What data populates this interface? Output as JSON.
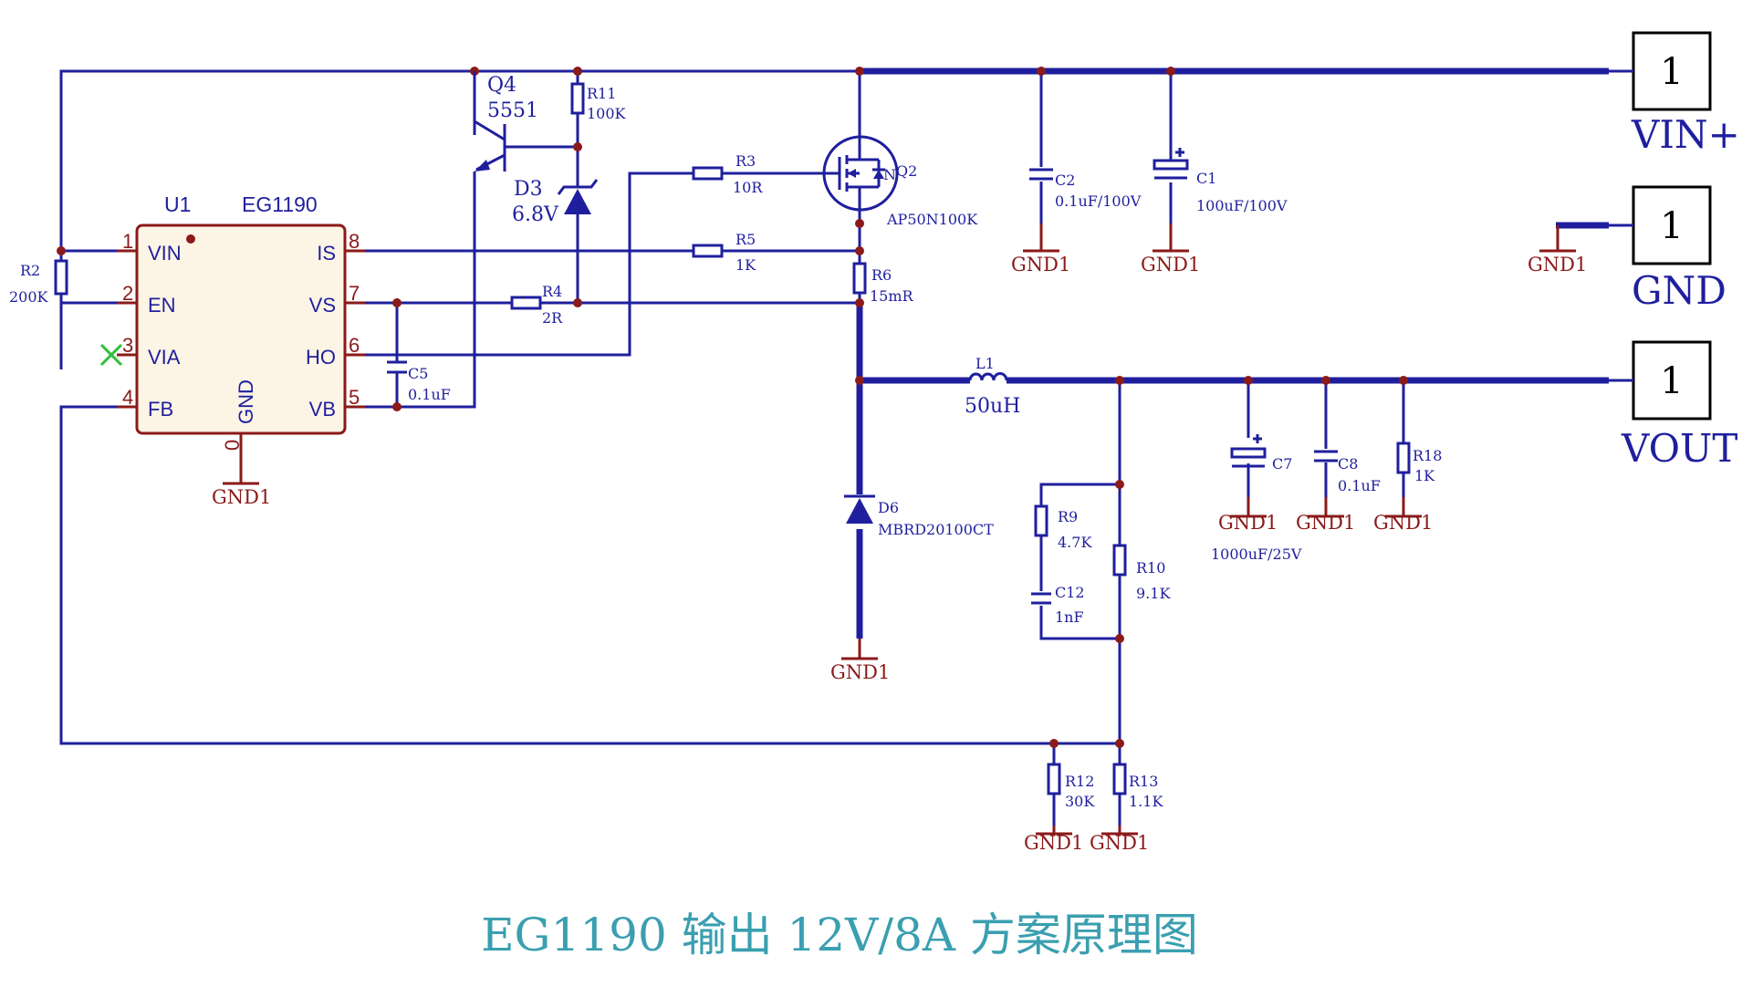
{
  "caption": "EG1190 输出 12V/8A 方案原理图",
  "ic": {
    "ref": "U1",
    "part": "EG1190",
    "gnd_label": "GND",
    "gnd_pin": "0",
    "pins_left": [
      {
        "num": "1",
        "name": "VIN"
      },
      {
        "num": "2",
        "name": "EN"
      },
      {
        "num": "3",
        "name": "VIA"
      },
      {
        "num": "4",
        "name": "FB"
      }
    ],
    "pins_right": [
      {
        "num": "8",
        "name": "IS"
      },
      {
        "num": "7",
        "name": "VS"
      },
      {
        "num": "6",
        "name": "HO"
      },
      {
        "num": "5",
        "name": "VB"
      }
    ]
  },
  "components": {
    "q4": {
      "ref": "Q4",
      "value": "5551"
    },
    "r11": {
      "ref": "R11",
      "value": "100K"
    },
    "d3": {
      "ref": "D3",
      "value": "6.8V"
    },
    "r3": {
      "ref": "R3",
      "value": "10R"
    },
    "q2": {
      "ref": "Q2",
      "value": "AP50N100K",
      "type_mark": "N"
    },
    "r5": {
      "ref": "R5",
      "value": "1K"
    },
    "r4": {
      "ref": "R4",
      "value": "2R"
    },
    "r6": {
      "ref": "R6",
      "value": "15mR"
    },
    "r2": {
      "ref": "R2",
      "value": "200K"
    },
    "c5": {
      "ref": "C5",
      "value": "0.1uF"
    },
    "c2": {
      "ref": "C2",
      "value": "0.1uF/100V"
    },
    "c1": {
      "ref": "C1",
      "value": "100uF/100V"
    },
    "l1": {
      "ref": "L1",
      "value": "50uH"
    },
    "d6": {
      "ref": "D6",
      "value": "MBRD20100CT"
    },
    "c7": {
      "ref": "C7",
      "value": "1000uF/25V"
    },
    "c8": {
      "ref": "C8",
      "value": "0.1uF"
    },
    "r18": {
      "ref": "R18",
      "value": "1K"
    },
    "r9": {
      "ref": "R9",
      "value": "4.7K"
    },
    "c12": {
      "ref": "C12",
      "value": "1nF"
    },
    "r10": {
      "ref": "R10",
      "value": "9.1K"
    },
    "r12": {
      "ref": "R12",
      "value": "30K"
    },
    "r13": {
      "ref": "R13",
      "value": "1.1K"
    }
  },
  "ground_label": "GND1",
  "ports": [
    {
      "pin": "1",
      "name": "VIN+"
    },
    {
      "pin": "1",
      "name": "GND"
    },
    {
      "pin": "1",
      "name": "VOUT"
    }
  ],
  "colors": {
    "wire": "#1f1f9e",
    "ground": "#8b1a1a",
    "chip_fill": "#fcf4e4",
    "caption": "#3a9fb0",
    "no_connect": "#2fbf3a"
  }
}
